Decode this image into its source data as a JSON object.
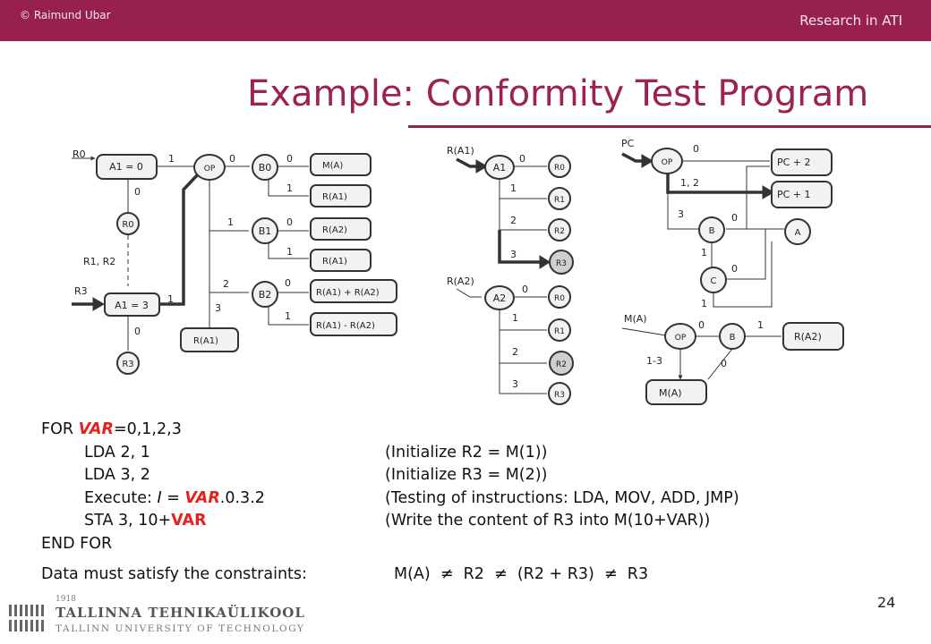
{
  "header": {
    "copyright": "© Raimund Ubar",
    "course": "Research in ATI"
  },
  "title": "Example: Conformity Test Program",
  "diagram": {
    "left": {
      "r0_top": "R0",
      "a1_0": "A1 = 0",
      "edge_1_top": "1",
      "edge_0_a": "0",
      "r0_node": "R0",
      "r1r2": "R1, R2",
      "r3_top": "R3",
      "a1_3": "A1 = 3",
      "edge_1_low": "1",
      "edge_0_b": "0",
      "r3_node": "R3",
      "op": "OP",
      "op_0": "0",
      "op_1": "1",
      "op_2": "2",
      "op_3": "3",
      "b0": "B0",
      "b1": "B1",
      "b2": "B2",
      "b0_0": "0",
      "b0_1": "1",
      "b1_0": "0",
      "b1_1": "1",
      "b2_0": "0",
      "b2_1": "1",
      "m_a": "M(A)",
      "r_a1_1": "R(A1)",
      "r_a2": "R(A2)",
      "r_a1_2": "R(A1)",
      "sum": "R(A1) + R(A2)",
      "diff": "R(A1) - R(A2)",
      "r_a1_op3": "R(A1)"
    },
    "middle": {
      "ra1_label": "R(A1)",
      "a1": "A1",
      "ra2_label": "R(A2)",
      "a2": "A2",
      "e0": "0",
      "e1": "1",
      "e2": "2",
      "e3": "3",
      "r0": "R0",
      "r1": "R1",
      "r2": "R2",
      "r3": "R3"
    },
    "right": {
      "pc_label": "PC",
      "op": "OP",
      "op_0": "0",
      "op_12": "1, 2",
      "op_3": "3",
      "pc_plus_2": "PC + 2",
      "pc_plus_1": "PC + 1",
      "b": "B",
      "b_0": "0",
      "b_1": "1",
      "a": "A",
      "c": "C",
      "c_0": "0",
      "c_1": "1",
      "ma_label": "M(A)",
      "op2": "OP",
      "op2_0": "0",
      "op2_13": "1-3",
      "b2": "B",
      "b2_1": "1",
      "b2_0": "0",
      "r_a2": "R(A2)",
      "m_a": "M(A)"
    }
  },
  "code": {
    "line1_pre": "FOR ",
    "line1_var": "VAR",
    "line1_post": "=0,1,2,3",
    "line2": "LDA 2, 1",
    "line2_cmt": "(Initialize R2 = M(1))",
    "line3": "LDA 3, 2",
    "line3_cmt": "(Initialize R3 = M(2))",
    "line4_pre": "Execute: ",
    "line4_i": "I",
    "line4_mid": " = ",
    "line4_var": "VAR",
    "line4_post": ".0.3.2",
    "line4_cmt": "(Testing of instructions: LDA, MOV, ADD, JMP)",
    "line5_pre": "STA 3, 10+",
    "line5_var": "VAR",
    "line5_cmt": "(Write the content of R3 into M(10+VAR))",
    "line6": "END FOR"
  },
  "constraint": {
    "label": "Data must satisfy the constraints:",
    "expr": "M(A)  ≠  R2  ≠  (R2 + R3)  ≠  R3"
  },
  "page_number": "24",
  "logo": {
    "year": "1918",
    "name": "TALLINNA TEHNIKAÜLIKOOL",
    "subtitle": "TALLINN UNIVERSITY OF TECHNOLOGY"
  }
}
